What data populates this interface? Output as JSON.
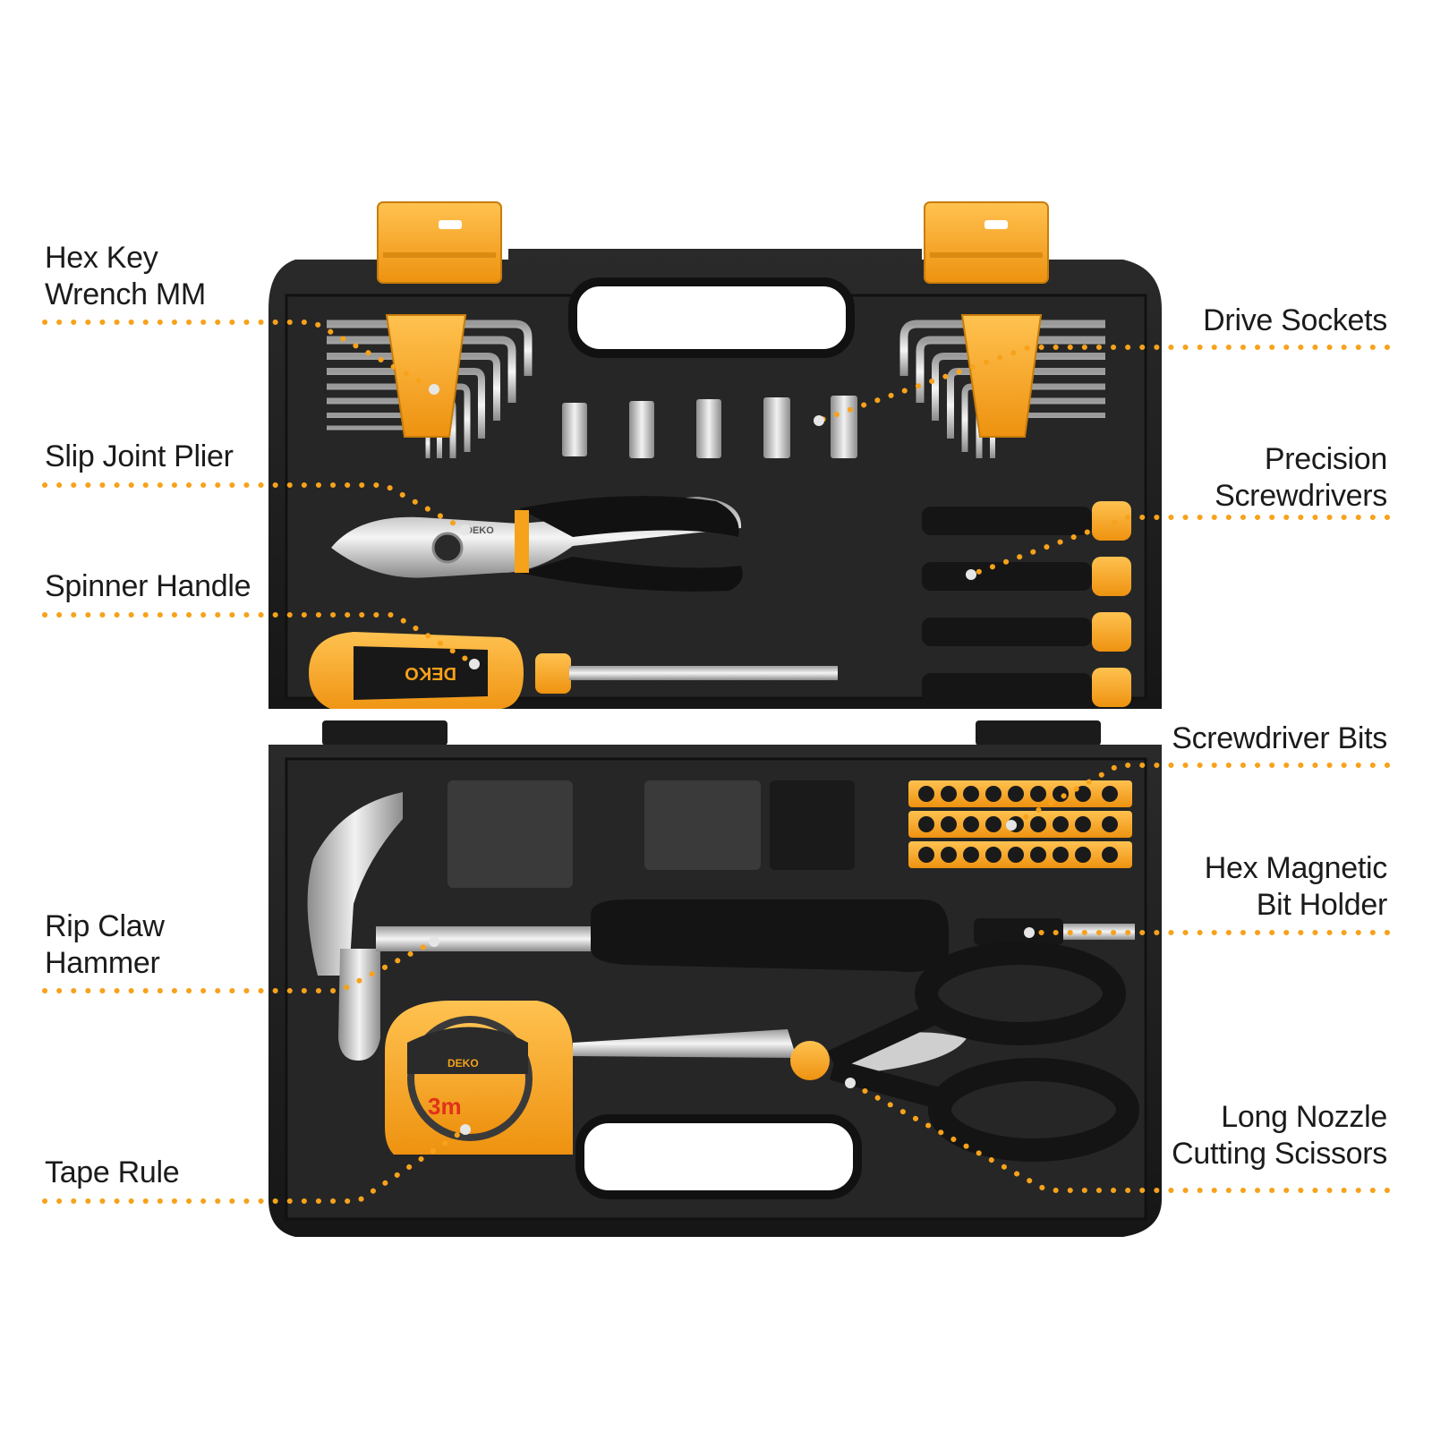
{
  "colors": {
    "accent": "#f7a21b",
    "case": "#1e1e1e",
    "tray": "#2b2b2b",
    "steel": "#c9c9c9",
    "dots": "#f7a21b"
  },
  "callouts": {
    "hex_key": {
      "line1": "Hex Key",
      "line2": "Wrench MM"
    },
    "slip_joint_plier": {
      "line1": "Slip Joint Plier"
    },
    "spinner_handle": {
      "line1": "Spinner Handle"
    },
    "rip_claw_hammer": {
      "line1": "Rip Claw",
      "line2": "Hammer"
    },
    "tape_rule": {
      "line1": "Tape Rule"
    },
    "drive_sockets": {
      "line1": "Drive Sockets"
    },
    "precision_screwdrivers": {
      "line1": "Precision",
      "line2": "Screwdrivers"
    },
    "screwdriver_bits": {
      "line1": "Screwdriver Bits"
    },
    "hex_magnetic_bit_holder": {
      "line1": "Hex Magnetic",
      "line2": "Bit Holder"
    },
    "long_nozzle_scissors": {
      "line1": "Long Nozzle",
      "line2": "Cutting Scissors"
    }
  },
  "brand": {
    "handle_logo": "DEKO",
    "plier_logo": "DEKO",
    "tape_logo": "DEKO",
    "tape_length": "3m"
  }
}
